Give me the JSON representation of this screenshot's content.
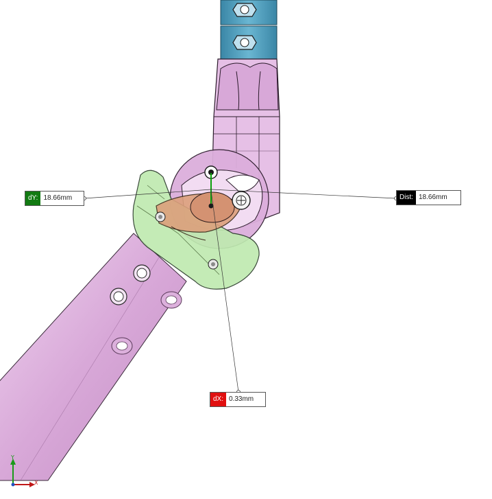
{
  "measurements": {
    "dy": {
      "tag": "dY:",
      "value": "18.66mm"
    },
    "dist": {
      "tag": "Dist:",
      "value": "18.66mm"
    },
    "dx": {
      "tag": "dX:",
      "value": "0.33mm"
    }
  },
  "triad": {
    "x_label": "X",
    "y_label": "Y"
  },
  "colors": {
    "dy_tag": "#127a12",
    "dist_tag": "#000000",
    "dx_tag": "#e01010",
    "pink_part": "#e0b8e0",
    "green_part": "#b8e6a8",
    "blue_part": "#4a9ab8",
    "orange_part": "#d89a78"
  }
}
